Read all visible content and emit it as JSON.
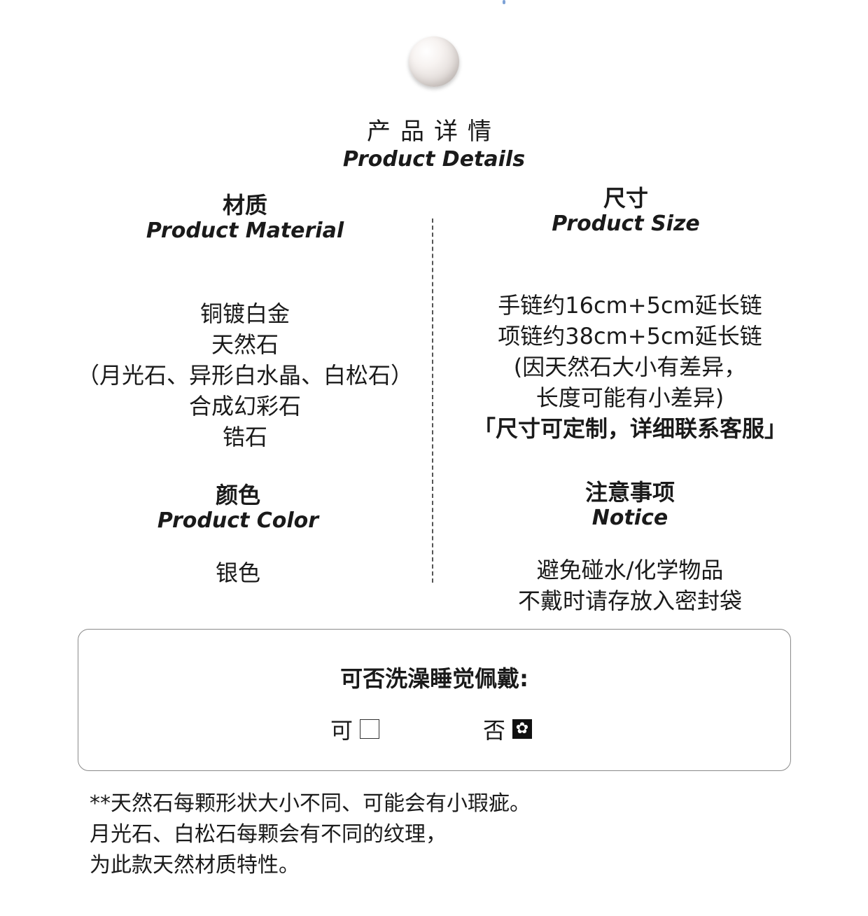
{
  "header": {
    "title_cn": "产品详情",
    "title_en": "Product Details"
  },
  "material": {
    "heading_cn": "材质",
    "heading_en": "Product Material",
    "lines": [
      "铜镀白金",
      "天然石",
      "（月光石、异形白水晶、白松石）",
      "合成幻彩石",
      "锆石"
    ]
  },
  "size": {
    "heading_cn": "尺寸",
    "heading_en": "Product Size",
    "lines": [
      "手链约16cm+5cm延长链",
      "项链约38cm+5cm延长链",
      "(因天然石大小有差异，",
      "长度可能有小差异)"
    ],
    "custom_note": "「尺寸可定制，详细联系客服」"
  },
  "color": {
    "heading_cn": "颜色",
    "heading_en": "Product Color",
    "value": "银色"
  },
  "notice": {
    "heading_cn": "注意事项",
    "heading_en": "Notice",
    "lines": [
      "避免碰水/化学物品",
      "不戴时请存放入密封袋"
    ]
  },
  "wear_box": {
    "question": "可否洗澡睡觉佩戴:",
    "yes_label": "可",
    "no_label": "否",
    "selected_mark": "✿"
  },
  "footnote": {
    "lines": [
      "**天然石每颗形状大小不同、可能会有小瑕疵。",
      "月光石、白松石每颗会有不同的纹理，",
      "为此款天然材质特性。"
    ]
  },
  "colors": {
    "text": "#1a1a1a",
    "pearl": "#f3efed",
    "accent_mark": "#7da2d6"
  }
}
